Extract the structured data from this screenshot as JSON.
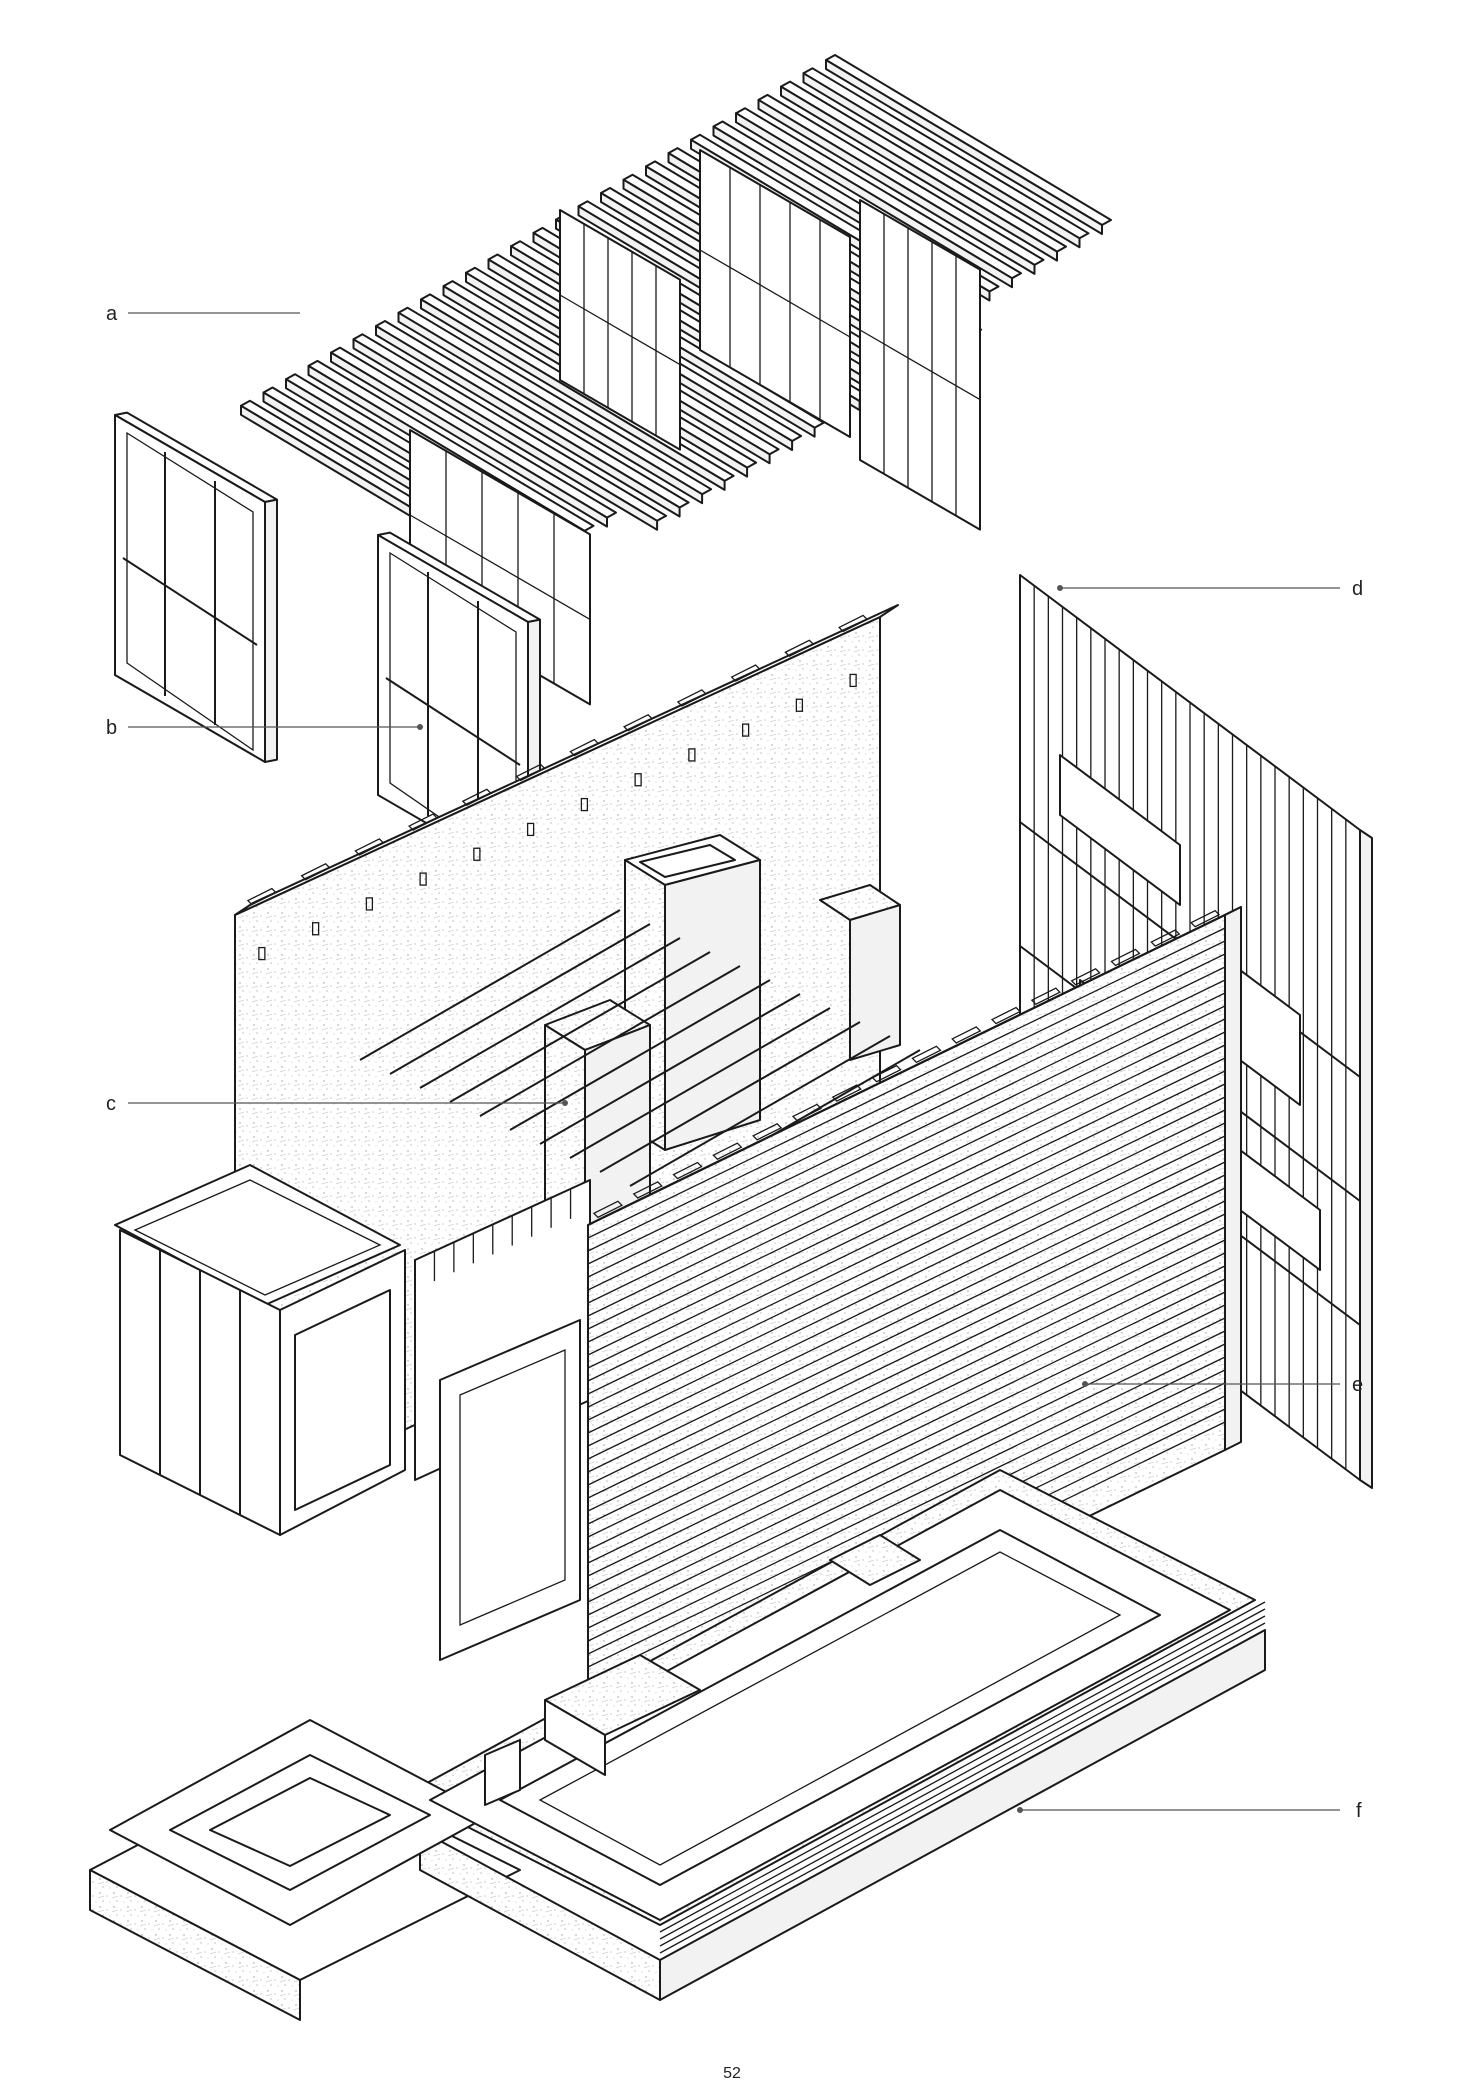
{
  "callouts": {
    "a": "a",
    "b": "b",
    "c": "c",
    "d": "d",
    "e": "e",
    "f": "f"
  },
  "page_number": "52",
  "colors": {
    "ink": "#1a1a1a",
    "paper": "#ffffff",
    "texture": "#bdbdbd"
  },
  "components": [
    "roof-joists",
    "cabinet-frame",
    "masonry-core",
    "timber-wall-frame",
    "masonry-wall",
    "foundation-plinth"
  ]
}
